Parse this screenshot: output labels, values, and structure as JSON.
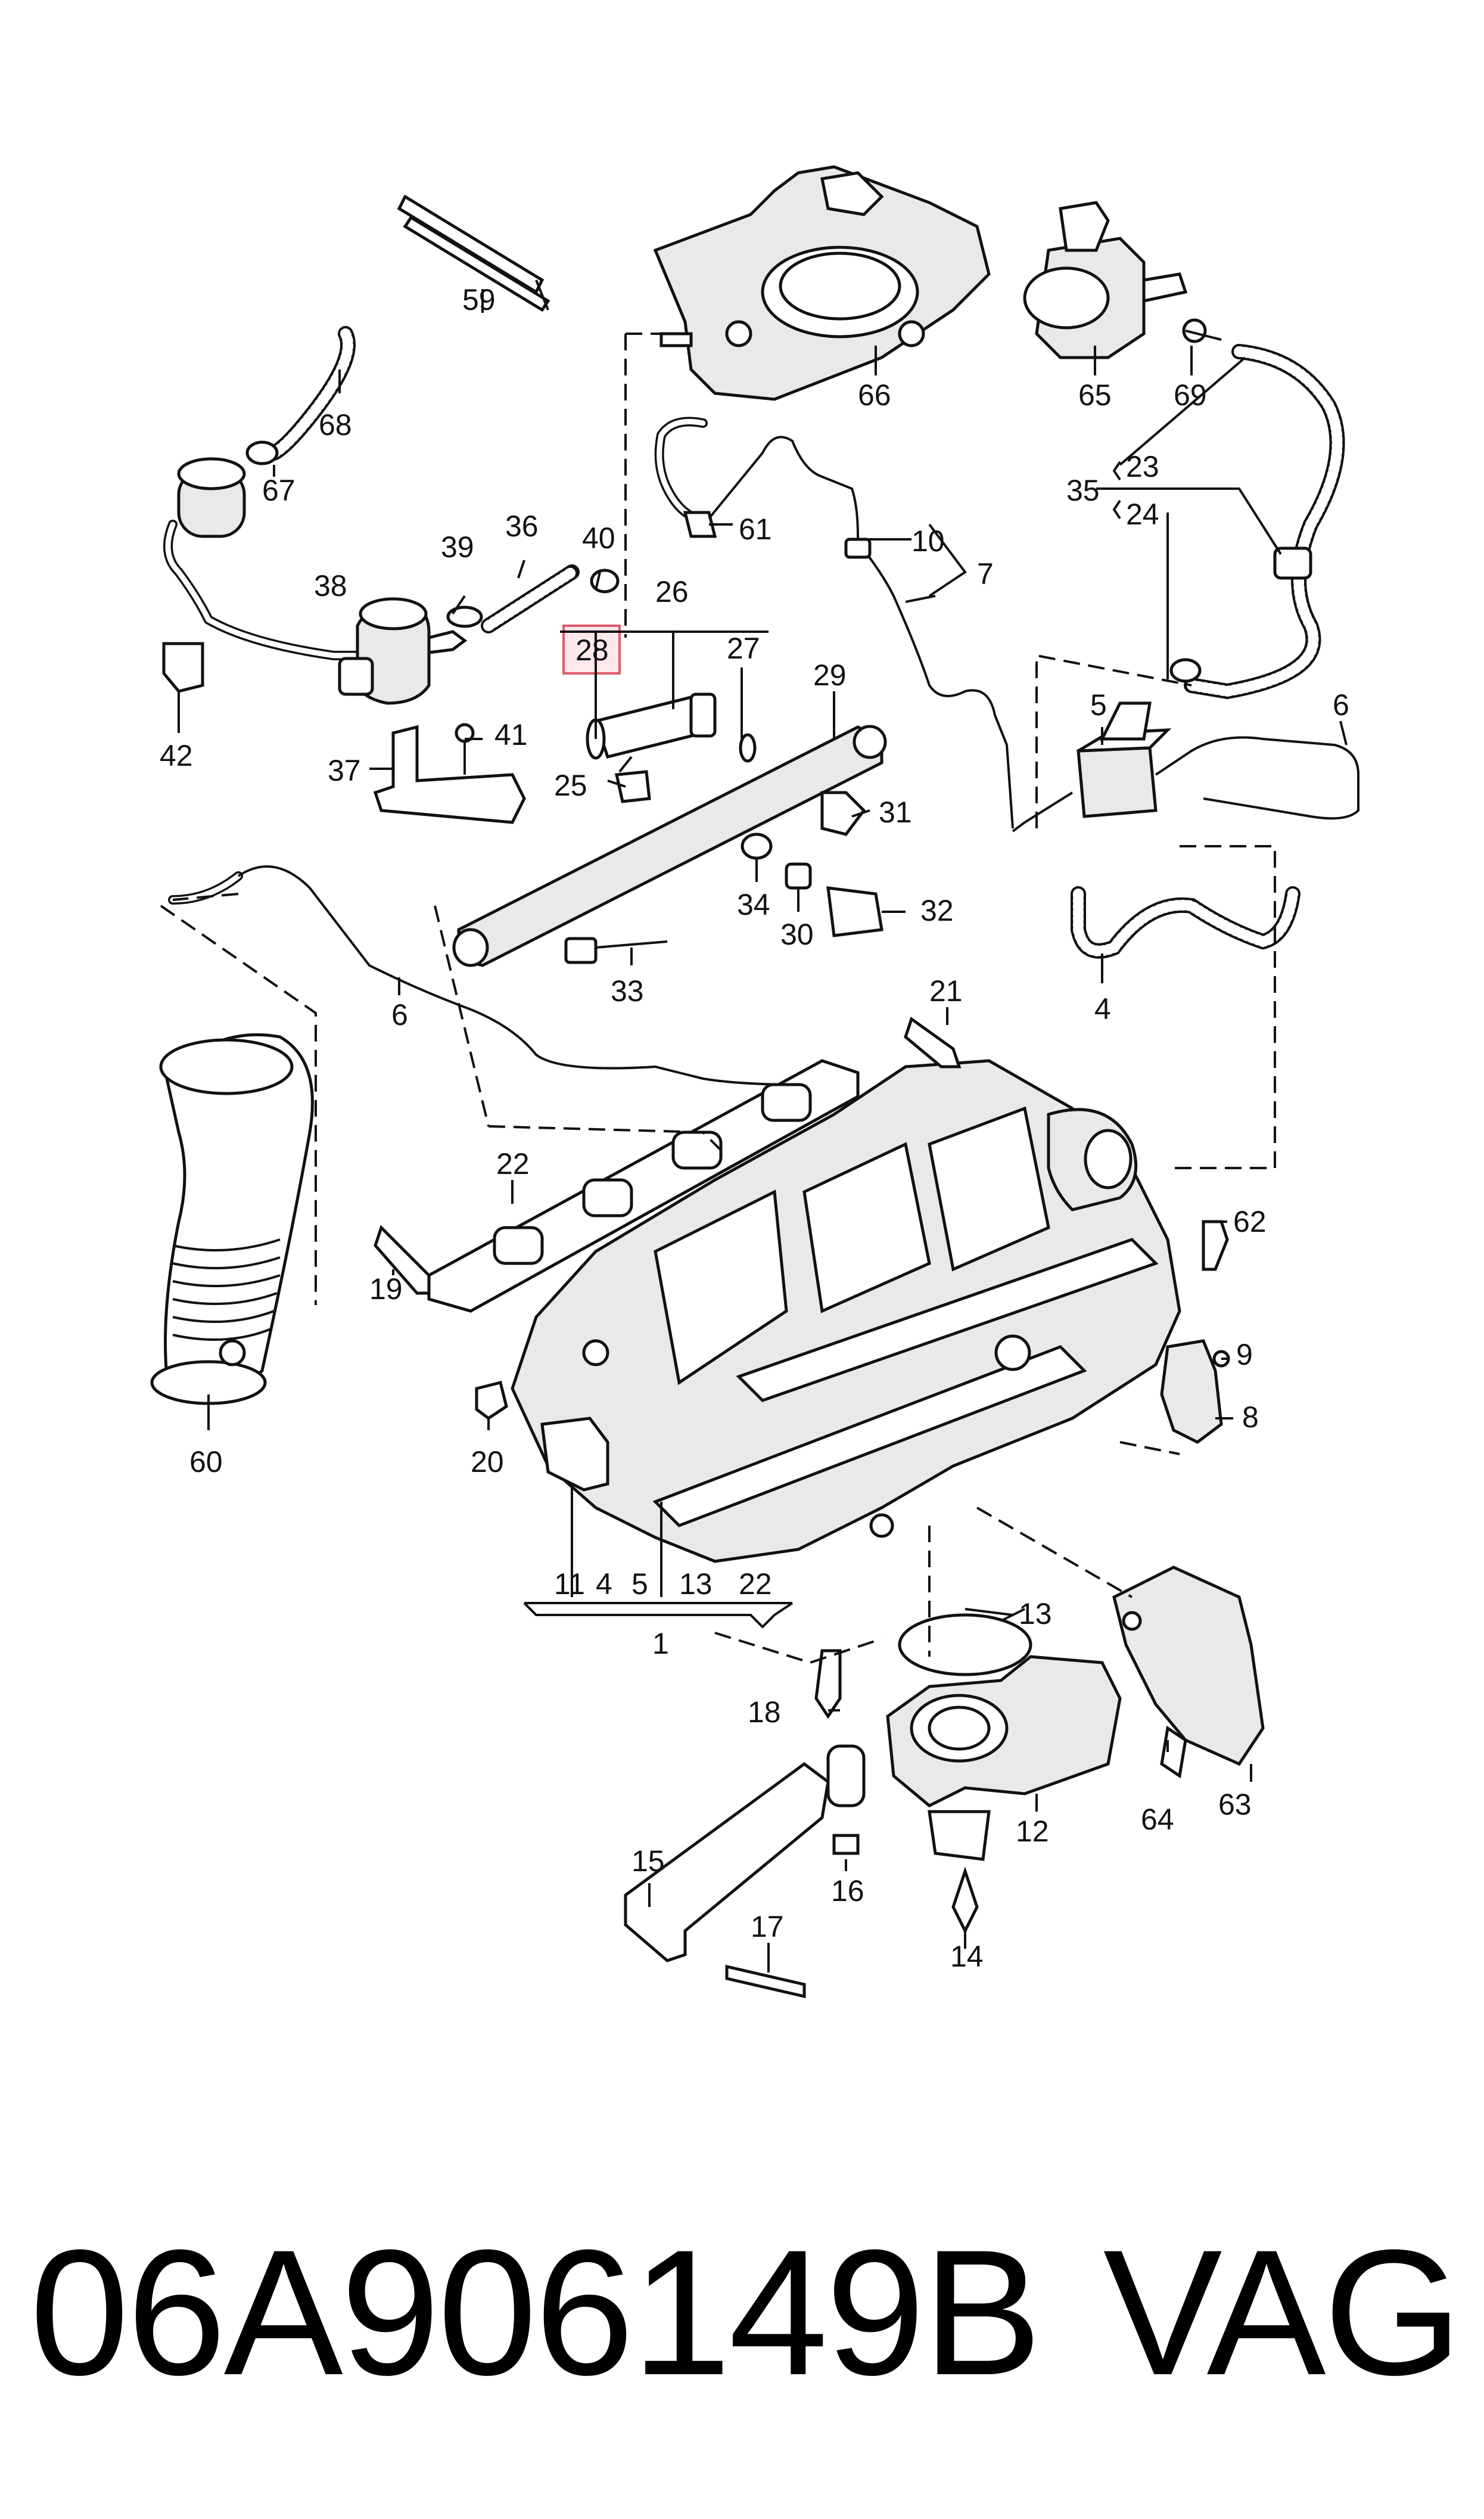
{
  "callouts": {
    "c59": "59",
    "c68": "68",
    "c67": "67",
    "c66": "66",
    "c65": "65",
    "c69": "69",
    "c36": "36",
    "c39": "39",
    "c40": "40",
    "c61": "61",
    "c10": "10",
    "c7": "7",
    "c23": "23",
    "c35": "35",
    "c24": "24",
    "c38": "38",
    "c26": "26",
    "c28": "28",
    "c27": "27",
    "c29": "29",
    "c5": "5",
    "c6a": "6",
    "c41": "41",
    "c37": "37",
    "c42": "42",
    "c25": "25",
    "c31": "31",
    "c34": "34",
    "c30": "30",
    "c32": "32",
    "c33": "33",
    "c6b": "6",
    "c4": "4",
    "c21": "21",
    "c22": "22",
    "c62": "62",
    "c19": "19",
    "c9": "9",
    "c8": "8",
    "c60": "60",
    "c20": "20",
    "c11": "11",
    "c4b": "4",
    "c5b": "5",
    "c13a": "13",
    "c22b": "22",
    "c1": "1",
    "c13b": "13",
    "c18": "18",
    "c64": "64",
    "c63": "63",
    "c12": "12",
    "c15": "15",
    "c16": "16",
    "c17": "17",
    "c14": "14"
  },
  "highlight": {
    "part": "28",
    "fill": "#fde8ec",
    "stroke": "#e05a6a"
  },
  "footer": {
    "part_number": "06A906149B",
    "brand": "VAG"
  }
}
